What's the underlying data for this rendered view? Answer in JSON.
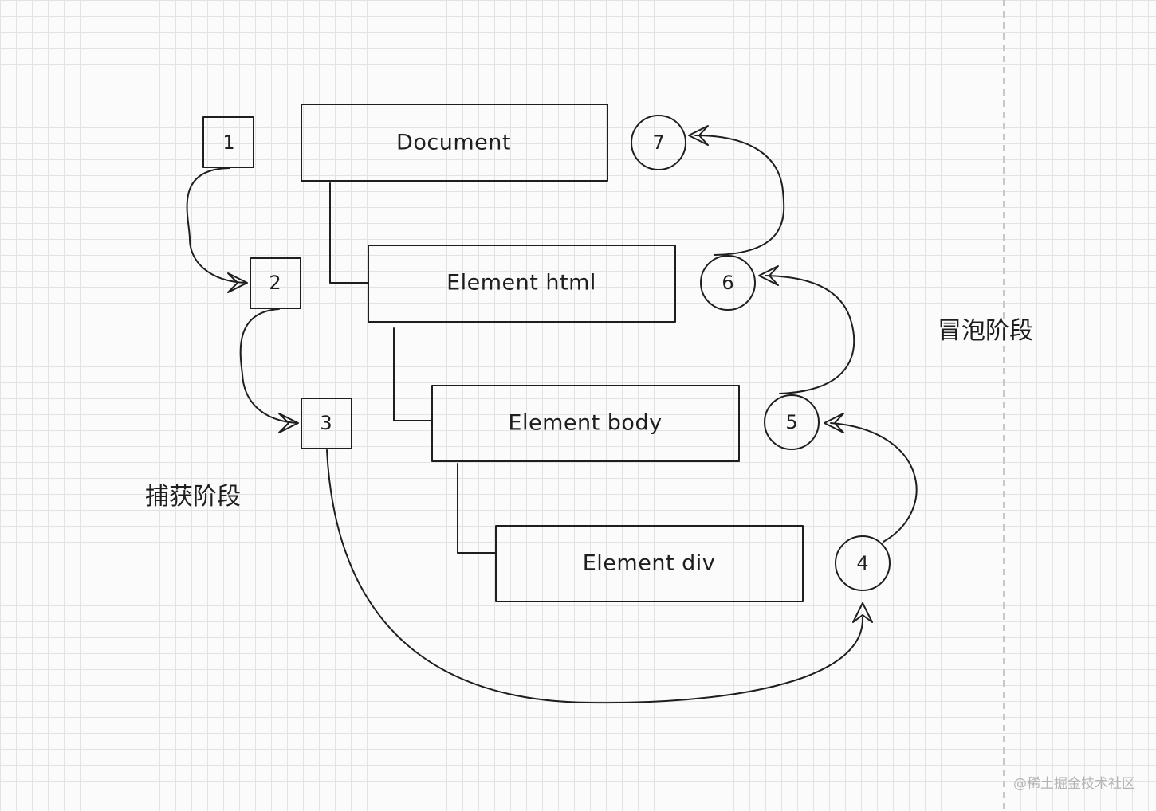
{
  "nodes": {
    "document": "Document",
    "html": "Element html",
    "body": "Element body",
    "div": "Element div"
  },
  "steps": {
    "s1": "1",
    "s2": "2",
    "s3": "3",
    "s4": "4",
    "s5": "5",
    "s6": "6",
    "s7": "7"
  },
  "phases": {
    "capture": "捕获阶段",
    "bubble": "冒泡阶段"
  },
  "watermark": "@稀土掘金技术社区",
  "colors": {
    "stroke": "#1e1e1e",
    "grid": "#e3e3e3",
    "background": "#fbfbfb"
  }
}
